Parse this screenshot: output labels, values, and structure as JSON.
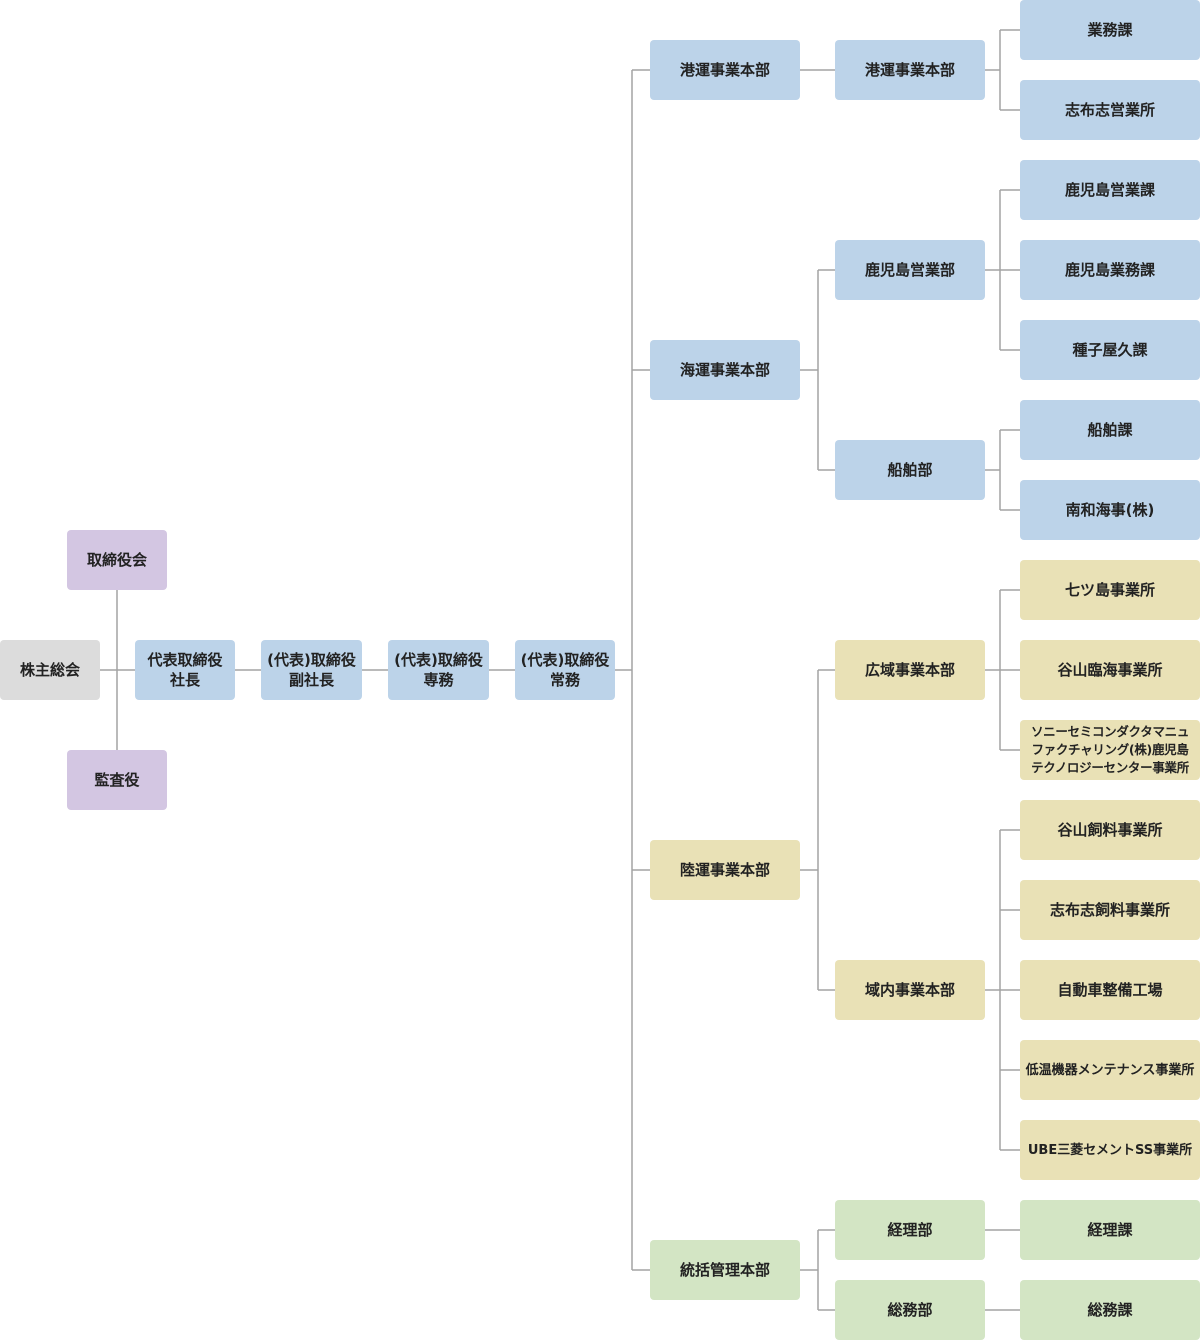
{
  "colors": {
    "gray": "#dcdcdc",
    "purple": "#d3c6e2",
    "blue": "#bcd3e9",
    "yellow": "#e9e1b6",
    "green": "#d3e5c4",
    "connector": "#a3a3a3"
  },
  "executives": {
    "shareholders": "株主総会",
    "board": "取締役会",
    "auditor": "監査役",
    "president": "代表取締役\n社長",
    "vice_president": "(代表)取締役\n副社長",
    "senior_managing": "(代表)取締役\n専務",
    "managing": "(代表)取締役\n常務"
  },
  "divisions": {
    "port": "港運事業本部",
    "marine": "海運事業本部",
    "land": "陸運事業本部",
    "admin": "統括管理本部"
  },
  "departments": {
    "port": "港運事業本部",
    "kagoshima_sales": "鹿児島営業部",
    "ship": "船舶部",
    "wide_area": "広域事業本部",
    "regional": "域内事業本部",
    "accounting": "経理部",
    "general_affairs": "総務部"
  },
  "sections": {
    "business": "業務課",
    "shibushi_office": "志布志営業所",
    "kagoshima_sales_sec": "鹿児島営業課",
    "kagoshima_business_sec": "鹿児島業務課",
    "tanegashima_yakushima": "種子屋久課",
    "ship_sec": "船舶課",
    "nanwa_kaiji": "南和海事(株)",
    "nanatsujima": "七ツ島事業所",
    "taniyama_rinkai": "谷山臨海事業所",
    "sony": "ソニーセミコンダクタマニュ\nファクチャリング(株)鹿児島\nテクノロジーセンター事業所",
    "taniyama_feed": "谷山飼料事業所",
    "shibushi_feed": "志布志飼料事業所",
    "auto_maintenance": "自動車整備工場",
    "cryogenic": "低温機器メンテナンス事業所",
    "ube": "UBE三菱セメントSS事業所",
    "accounting_sec": "経理課",
    "general_affairs_sec": "総務課"
  }
}
